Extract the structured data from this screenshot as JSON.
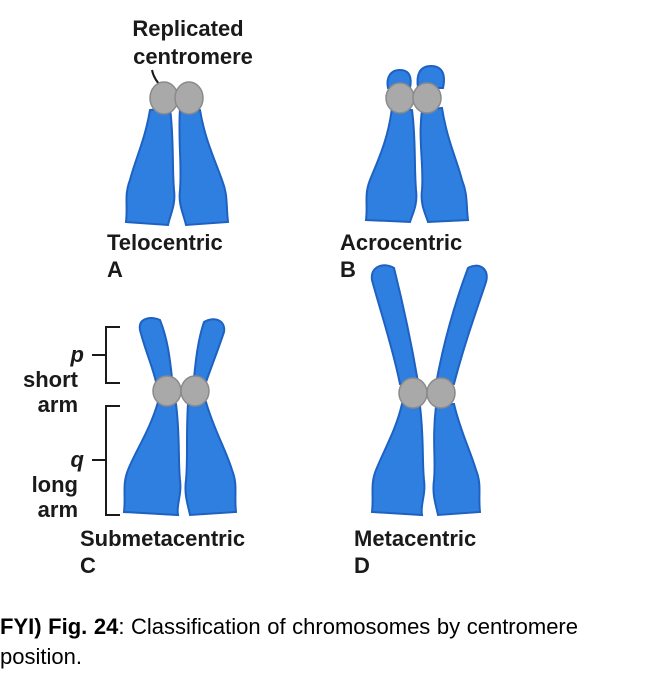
{
  "centromere_label": {
    "line1": "Replicated",
    "line2": "centromere"
  },
  "chromosomes": [
    {
      "type": "Telocentric",
      "letter": "A"
    },
    {
      "type": "Acrocentric",
      "letter": "B"
    },
    {
      "type": "Submetacentric",
      "letter": "C"
    },
    {
      "type": "Metacentric",
      "letter": "D"
    }
  ],
  "arm_labels": {
    "p": "p",
    "p_line1": "short",
    "p_line2": "arm",
    "q": "q",
    "q_line1": "long",
    "q_line2": "arm"
  },
  "caption": {
    "lead": "FYI) Fig. 24",
    "text": ": Classification of chromosomes by centromere position."
  },
  "colors": {
    "chromatid": "#2f7fe0",
    "centromere": "#a9a9a9",
    "text": "#1a1a1a"
  }
}
